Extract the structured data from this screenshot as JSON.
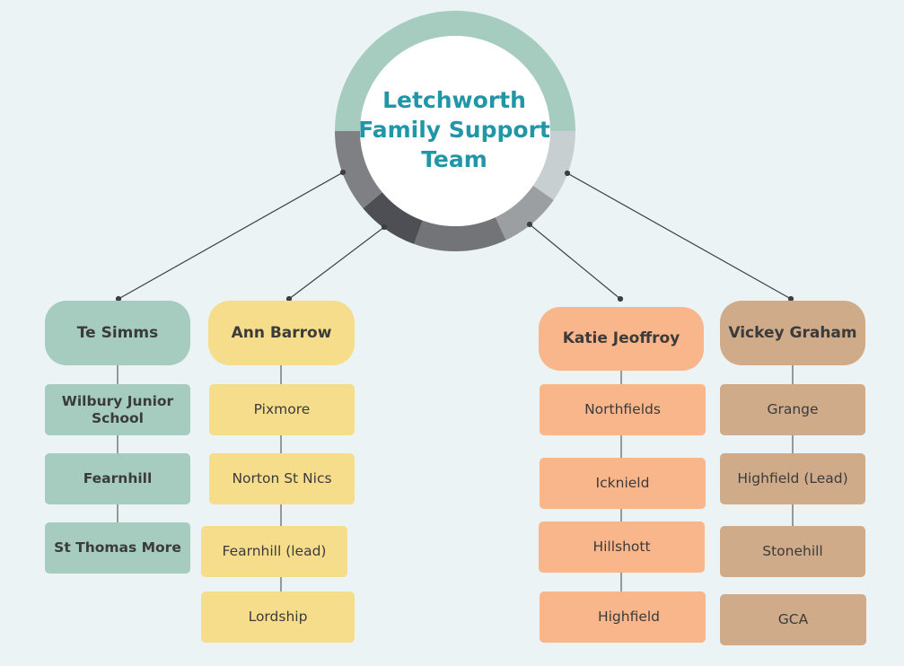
{
  "title": "Letchworth Family Support Team",
  "colors": {
    "teal": "#a6ccbf",
    "yellow": "#f6dd8c",
    "orange": "#f9b68b",
    "tan": "#cfab8a",
    "title": "#2196a6",
    "line": "#3f3f3f"
  },
  "members": [
    {
      "name": "Te Simms",
      "color": "teal",
      "schools": [
        "Wilbury Junior School",
        "Fearnhill",
        "St Thomas More"
      ]
    },
    {
      "name": "Ann Barrow",
      "color": "yellow",
      "schools": [
        "Pixmore",
        "Norton St Nics",
        "Fearnhill (lead)",
        "Lordship"
      ]
    },
    {
      "name": "Katie Jeoffroy",
      "color": "orange",
      "schools": [
        "Northfields",
        "Icknield",
        "Hillshott",
        "Highfield"
      ]
    },
    {
      "name": "Vickey Graham",
      "color": "tan",
      "schools": [
        "Grange",
        "Highfield (Lead)",
        "Stonehill",
        "GCA"
      ]
    }
  ]
}
